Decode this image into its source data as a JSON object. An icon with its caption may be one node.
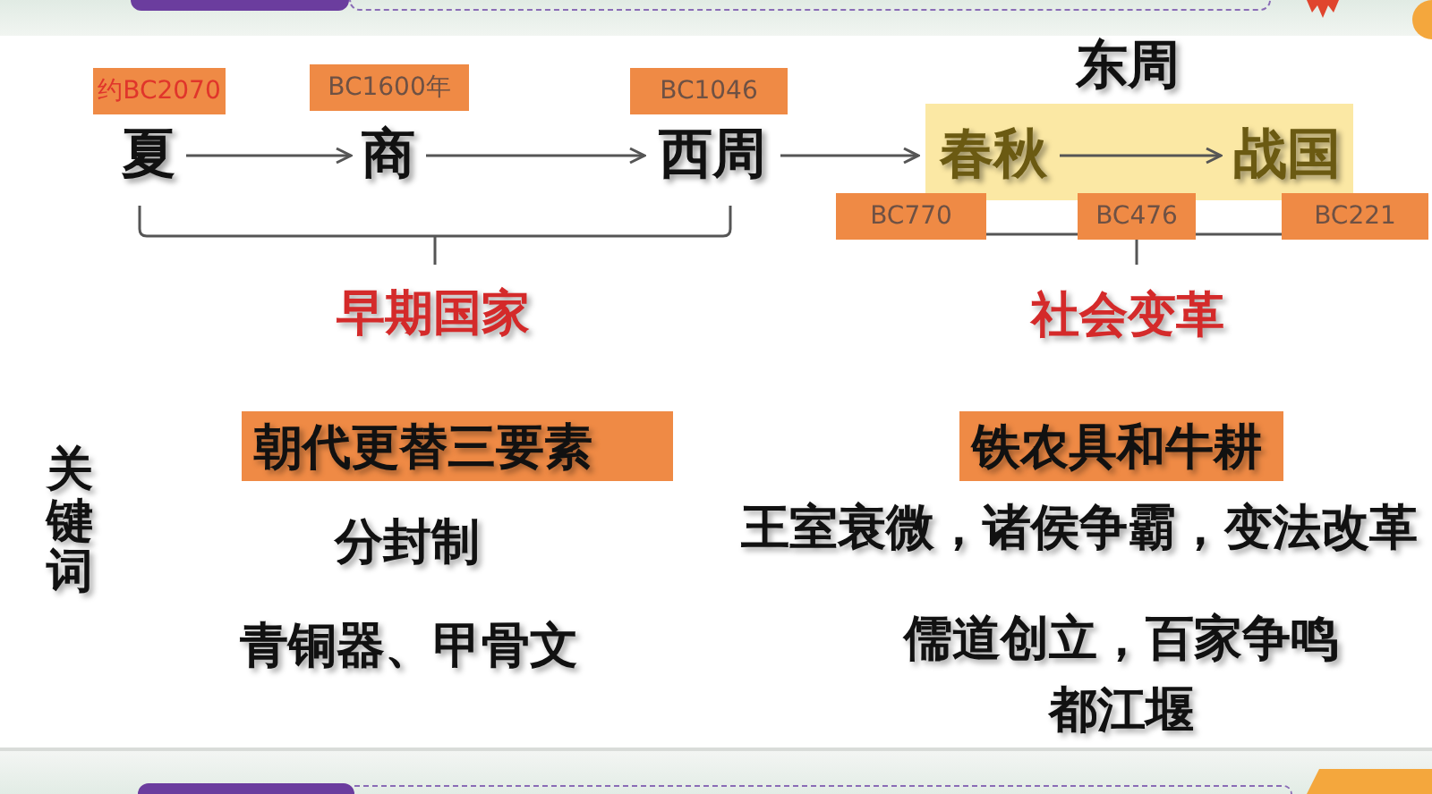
{
  "diagram": {
    "nodes": [
      {
        "text": [
          "约BC2070"
        ]
      },
      {
        "text": [
          "BC1600年"
        ]
      },
      {
        "text": [
          "BC1046"
        ]
      },
      {
        "text": [
          "夏"
        ]
      },
      {
        "text": [
          "商"
        ]
      },
      {
        "text": [
          "西周"
        ]
      },
      {
        "text": [
          "东周"
        ]
      },
      {
        "text": [
          "春秋"
        ],
        "in": 6
      },
      {
        "text": [
          "战国"
        ],
        "in": 6
      },
      {
        "text": [
          "BC770"
        ]
      },
      {
        "text": [
          "BC476"
        ]
      },
      {
        "text": [
          "BC221"
        ]
      },
      {
        "text": [
          "朝代更替三要素"
        ]
      },
      {
        "text": [
          "铁农具和牛耕"
        ]
      }
    ],
    "edges": [
      {
        "from": 3,
        "to": 4,
        "arrow": "to"
      },
      {
        "from": 4,
        "to": 5,
        "arrow": "to"
      },
      {
        "from": 5,
        "to": 6,
        "arrow": "to"
      },
      {
        "from": 7,
        "to": 8,
        "arrow": "to"
      }
    ],
    "labels": [
      "早期国家",
      "社会变革",
      "关键词",
      "分封制",
      "王室衰微，诸侯争霸，变法改革",
      "青铜器、甲骨文",
      "儒道创立，百家争鸣",
      "都江堰"
    ]
  }
}
